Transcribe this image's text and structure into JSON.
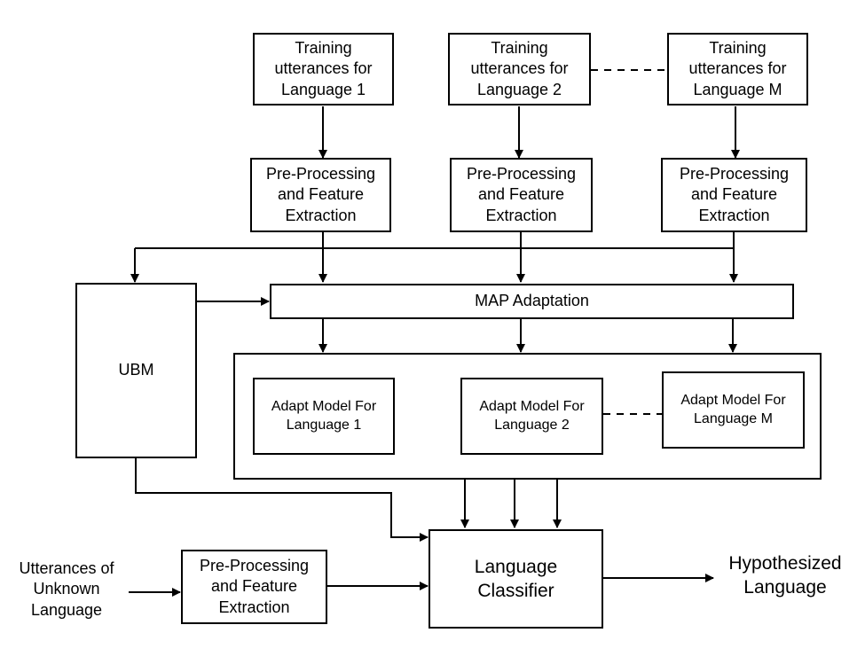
{
  "training": [
    {
      "text": "Training\nutterances for\nLanguage 1"
    },
    {
      "text": "Training\nutterances for\nLanguage 2"
    },
    {
      "text": "Training\nutterances for\nLanguage M"
    }
  ],
  "preprocessing": [
    {
      "text": "Pre-Processing\nand Feature\nExtraction"
    },
    {
      "text": "Pre-Processing\nand Feature\nExtraction"
    },
    {
      "text": "Pre-Processing\nand Feature\nExtraction"
    }
  ],
  "ubm": {
    "text": "UBM"
  },
  "map_adaptation": {
    "text": "MAP Adaptation"
  },
  "adapt_models": [
    {
      "text": "Adapt Model For\nLanguage 1"
    },
    {
      "text": "Adapt Model For\nLanguage 2"
    },
    {
      "text": "Adapt Model For\nLanguage M"
    }
  ],
  "unknown_input": {
    "text": "Utterances of\nUnknown\nLanguage"
  },
  "test_preprocessing": {
    "text": "Pre-Processing\nand Feature\nExtraction"
  },
  "classifier": {
    "text": "Language\nClassifier"
  },
  "output": {
    "text": "Hypothesized\nLanguage"
  }
}
